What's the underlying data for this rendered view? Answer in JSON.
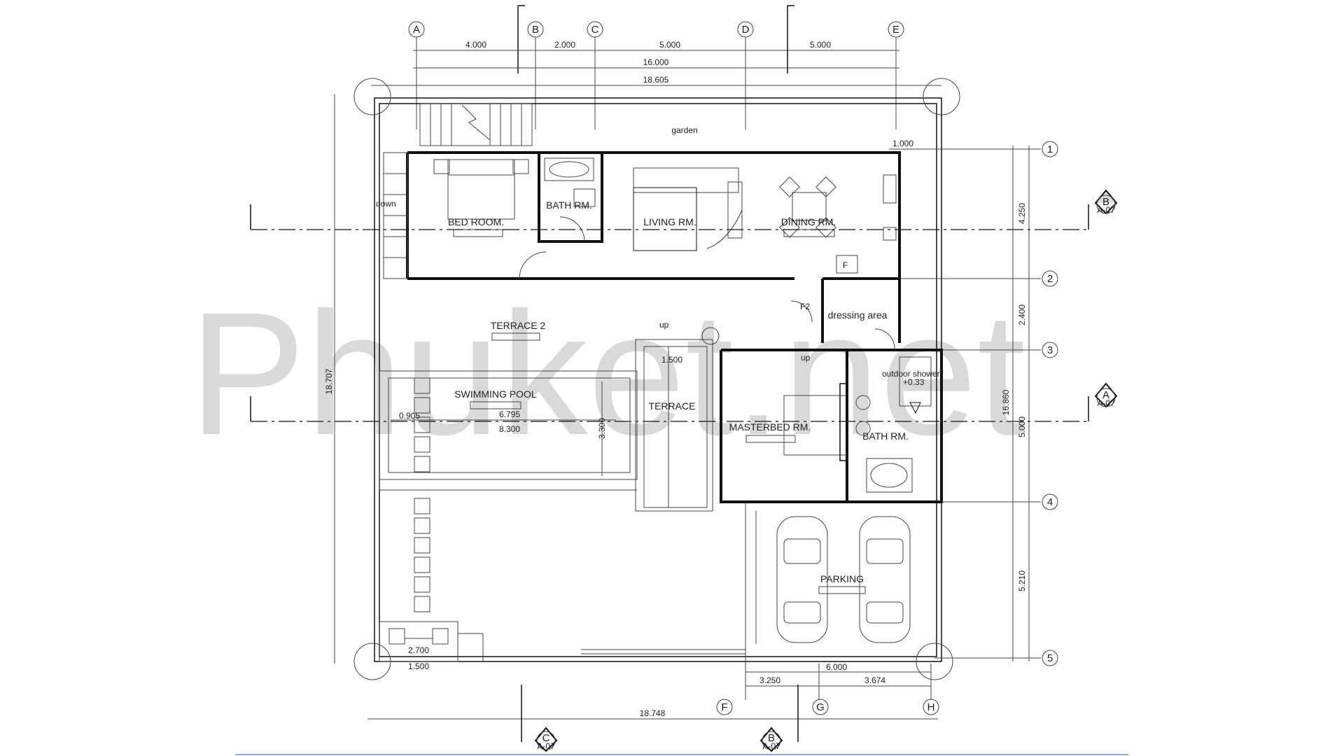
{
  "grid": {
    "columns_top": [
      "A",
      "B",
      "C",
      "D",
      "E"
    ],
    "rows_right": [
      "1",
      "2",
      "3",
      "4",
      "5"
    ],
    "columns_bottom": [
      "F",
      "G",
      "H"
    ]
  },
  "dimensions": {
    "top_segments": [
      "4.000",
      "2.000",
      "5.000",
      "5.000"
    ],
    "top_total": "16.000",
    "top_overall": "18.605",
    "right_segments": [
      "4.250",
      "2.400",
      "5.000",
      "5.210"
    ],
    "right_overall": "16.860",
    "right_small": "1.000",
    "left_overall": "18.707",
    "bottom_overall": "18.748",
    "bottom_segments": [
      "3.250",
      "3.674"
    ],
    "bottom_parking": "6.000",
    "gate_width": "2.700",
    "gate_offset": "1.500",
    "pool_a": "0.905",
    "pool_b": "6.795",
    "pool_c": "8.300",
    "pool_d": "3.300",
    "terrace_level": "1.500"
  },
  "rooms": {
    "garden": "garden",
    "bedroom": "BED ROOM.",
    "bath1": "BATH RM.",
    "living": "LIVING RM.",
    "dining": "DINING RM.",
    "terrace2": "TERRACE 2",
    "pool": "SWIMMING POOL",
    "terrace": "TERRACE",
    "masterbed": "MASTERBED RM.",
    "dressing": "dressing area",
    "bath2": "BATH RM.",
    "outdoor_shower": "outdoor shower",
    "outdoor_level": "+0.33",
    "parking": "PARKING",
    "down": "down",
    "up1": "up",
    "up2": "up",
    "f2": "F2",
    "f": "F"
  },
  "sections": {
    "section_b": "B",
    "section_a": "A",
    "section_c": "C",
    "sheet": "A-07"
  },
  "watermark": "Phuket.net",
  "colors": {
    "line": "#111111",
    "watermark": "#d9d9d9",
    "rule": "#6a8fc0"
  }
}
